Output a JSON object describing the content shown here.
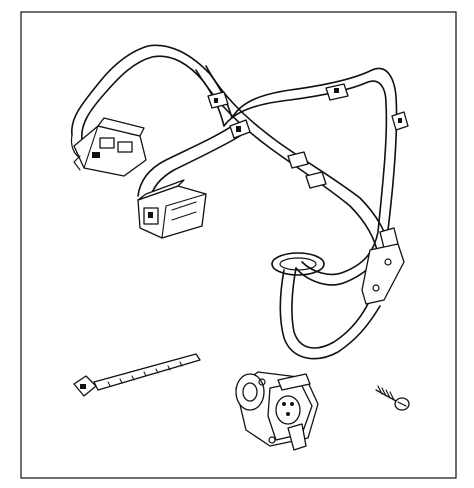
{
  "figure": {
    "frame_color": "#111111",
    "background": "#ffffff",
    "parts": [
      {
        "id": "wiring-harness",
        "icon": "harness-icon"
      },
      {
        "id": "seven-way-connector",
        "icon": "trailer-connector-icon"
      },
      {
        "id": "four-pin-connector",
        "icon": "plug-icon"
      },
      {
        "id": "multi-pin-connector",
        "icon": "plug-icon"
      },
      {
        "id": "cable-tie",
        "icon": "zip-tie-icon"
      },
      {
        "id": "screw",
        "icon": "screw-icon"
      }
    ]
  }
}
